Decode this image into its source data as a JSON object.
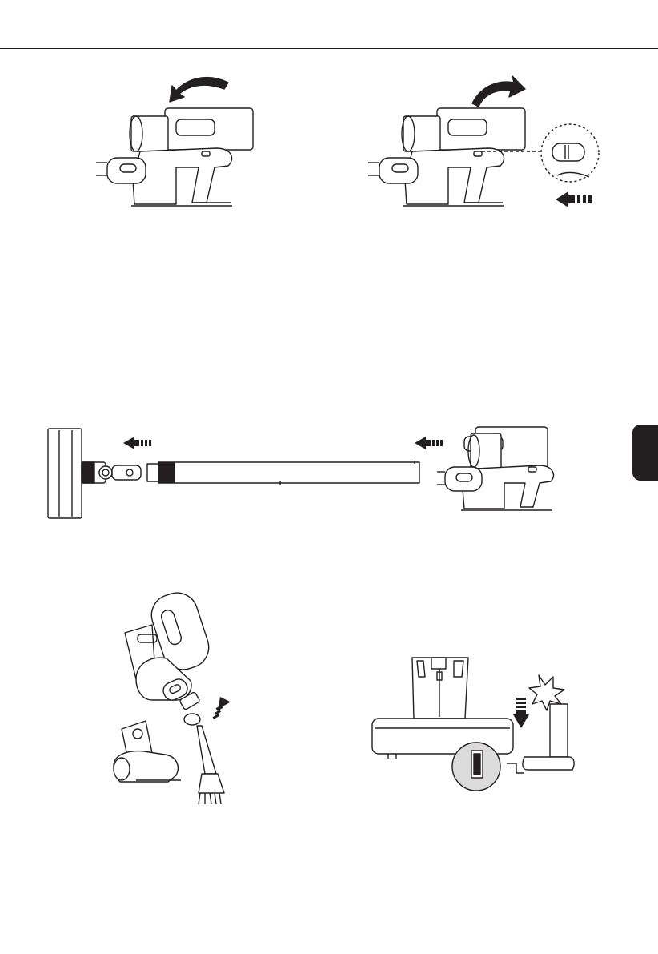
{
  "page": {
    "ink_color": "#231f20",
    "tab_color": "#231f20",
    "fill_color": "#ffffff",
    "shade_color": "#b8b8b8"
  },
  "figures": [
    {
      "name": "handheld-battery-tilt-back",
      "icons": [
        "curved-arrow-icon"
      ]
    },
    {
      "name": "handheld-battery-tilt-forward-lock",
      "icons": [
        "curved-arrow-icon",
        "lock-switch-detail-icon",
        "push-arrow-icon"
      ]
    },
    {
      "name": "stick-vacuum-assembly",
      "icons": [
        "push-arrow-icon",
        "push-arrow-icon"
      ]
    },
    {
      "name": "accessory-attach",
      "icons": [
        "push-arrow-icon"
      ]
    },
    {
      "name": "charging-dock-install",
      "icons": [
        "push-arrow-icon",
        "click-burst-icon"
      ]
    }
  ]
}
